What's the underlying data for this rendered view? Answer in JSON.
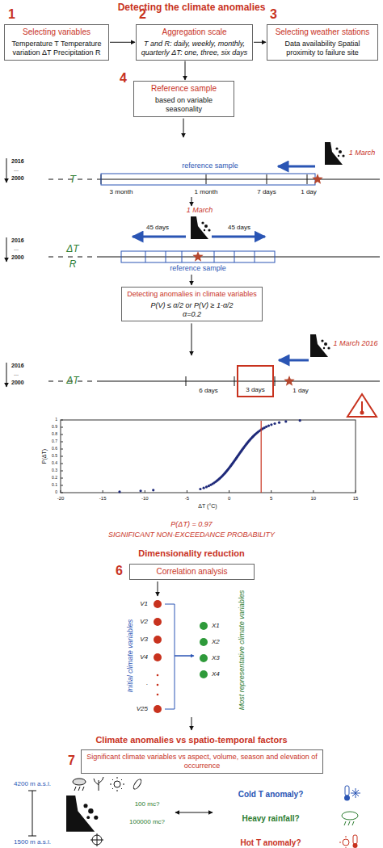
{
  "diagram": {
    "title": "Detecting the climate anomalies",
    "nodes": [
      {
        "text": [
          "Selecting variables",
          "Temperature T Temperature variation ΔT Precipitation R"
        ]
      },
      {
        "text": [
          "Aggregation scale",
          "T and R: daily, weekly, monthly, quarterly ΔT: one, three, six days"
        ]
      },
      {
        "text": [
          "Selecting weather stations",
          "Data availability Spatial proximity to failure site"
        ]
      },
      {
        "text": [
          "Reference sample",
          "based on variable seasonality"
        ]
      },
      {
        "text": [
          "Detecting anomalies in climate variables",
          "P(V) ≤ α/2 or P(V) ≥ 1-α/2",
          "α=0.2"
        ]
      },
      {
        "text": [
          "3 days"
        ]
      },
      {
        "text": [
          "Correlation analysis"
        ]
      },
      {
        "text": [
          "Significant climate variables vs aspect, volume, season and elevation of occurrence"
        ]
      }
    ],
    "edges": [
      {
        "from": 0,
        "to": 1,
        "arrow": "to"
      },
      {
        "from": 1,
        "to": 2,
        "arrow": "to"
      },
      {
        "from": 1,
        "to": 3,
        "arrow": "to"
      }
    ],
    "labels": [
      "1",
      "2",
      "3",
      "4",
      "T",
      "2016",
      "...",
      "2000",
      "reference sample",
      "1 March",
      "3 month",
      "1 month",
      "7 days",
      "1 day",
      "ΔT",
      "R",
      "2016",
      "...",
      "2000",
      "45 days",
      "1 March",
      "45 days",
      "reference sample",
      "ΔT",
      "2016",
      "...",
      "2000",
      "1 March 2016",
      "6 days",
      "1 day",
      "0",
      "0.1",
      "0.2",
      "0.3",
      "0.4",
      "0.5",
      "0.6",
      "0.7",
      "0.8",
      "0.9",
      "1",
      "-20",
      "-15",
      "-10",
      "-5",
      "0",
      "5",
      "10",
      "15",
      "P(ΔT)",
      "ΔT (°C)",
      "P(ΔT) = 0.97",
      "SIGNIFICANT NON-EXCEEDANCE PROBABILITY",
      "Dimensionality reduction",
      "6",
      "Initial climate variables",
      "V1",
      "V2",
      "V3",
      "V4",
      ".",
      "V25",
      "Most representative climate variables",
      "X1",
      "X2",
      "X3",
      "X4",
      "Climate anomalies vs spatio-temporal factors",
      "7",
      "4200 m a.s.l.",
      "1500 m a.s.l.",
      "100 mc?",
      "100000 mc?",
      "Cold T anomaly?",
      "Heavy rainfall?",
      "Hot T anomaly?"
    ]
  }
}
